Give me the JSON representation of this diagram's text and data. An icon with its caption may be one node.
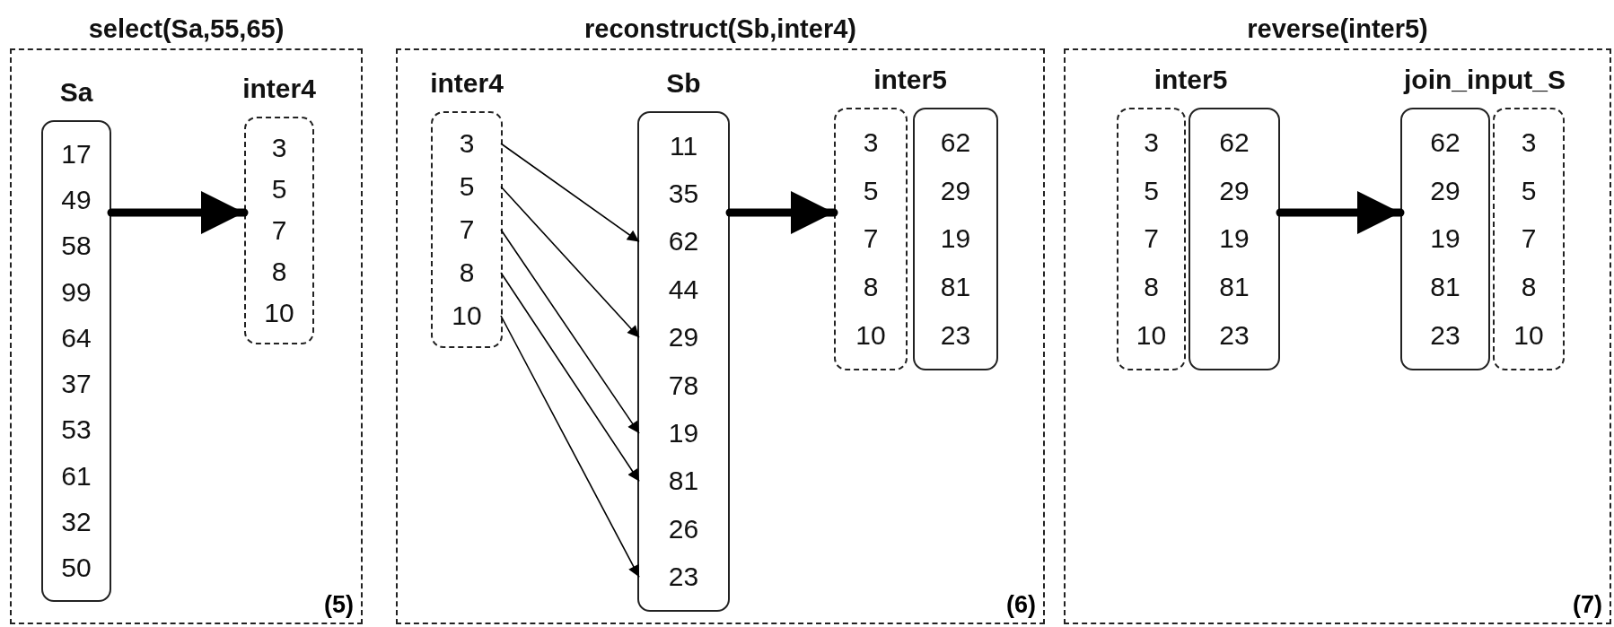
{
  "diagram": {
    "nodes": [
      {
        "text": [
          "select(Sa,55,65)",
          "(5)"
        ]
      },
      {
        "text": [
          "Sa"
        ],
        "in": 0
      },
      {
        "text": [
          "17"
        ],
        "in": 1
      },
      {
        "text": [
          "49"
        ],
        "in": 1
      },
      {
        "text": [
          "58"
        ],
        "in": 1
      },
      {
        "text": [
          "99"
        ],
        "in": 1
      },
      {
        "text": [
          "64"
        ],
        "in": 1
      },
      {
        "text": [
          "37"
        ],
        "in": 1
      },
      {
        "text": [
          "53"
        ],
        "in": 1
      },
      {
        "text": [
          "61"
        ],
        "in": 1
      },
      {
        "text": [
          "32"
        ],
        "in": 1
      },
      {
        "text": [
          "50"
        ],
        "in": 1
      },
      {
        "text": [
          "inter4"
        ],
        "in": 0
      },
      {
        "text": [
          "3"
        ],
        "in": 12
      },
      {
        "text": [
          "5"
        ],
        "in": 12
      },
      {
        "text": [
          "7"
        ],
        "in": 12
      },
      {
        "text": [
          "8"
        ],
        "in": 12
      },
      {
        "text": [
          "10"
        ],
        "in": 12
      },
      {
        "text": [
          "reconstruct(Sb,inter4)",
          "(6)"
        ]
      },
      {
        "text": [
          "inter4"
        ],
        "in": 18
      },
      {
        "text": [
          "3"
        ],
        "in": 19
      },
      {
        "text": [
          "5"
        ],
        "in": 19
      },
      {
        "text": [
          "7"
        ],
        "in": 19
      },
      {
        "text": [
          "8"
        ],
        "in": 19
      },
      {
        "text": [
          "10"
        ],
        "in": 19
      },
      {
        "text": [
          "Sb"
        ],
        "in": 18
      },
      {
        "text": [
          "11"
        ],
        "in": 25
      },
      {
        "text": [
          "35"
        ],
        "in": 25
      },
      {
        "text": [
          "62"
        ],
        "in": 25
      },
      {
        "text": [
          "44"
        ],
        "in": 25
      },
      {
        "text": [
          "29"
        ],
        "in": 25
      },
      {
        "text": [
          "78"
        ],
        "in": 25
      },
      {
        "text": [
          "19"
        ],
        "in": 25
      },
      {
        "text": [
          "81"
        ],
        "in": 25
      },
      {
        "text": [
          "26"
        ],
        "in": 25
      },
      {
        "text": [
          "23"
        ],
        "in": 25
      },
      {
        "text": [
          "inter5"
        ],
        "in": 18
      },
      {
        "text": [
          "3"
        ],
        "in": 36
      },
      {
        "text": [
          "5"
        ],
        "in": 36
      },
      {
        "text": [
          "7"
        ],
        "in": 36
      },
      {
        "text": [
          "8"
        ],
        "in": 36
      },
      {
        "text": [
          "10"
        ],
        "in": 36
      },
      {
        "text": [],
        "shape": "box",
        "in": 18
      },
      {
        "text": [
          "62"
        ],
        "in": 42
      },
      {
        "text": [
          "29"
        ],
        "in": 42
      },
      {
        "text": [
          "19"
        ],
        "in": 42
      },
      {
        "text": [
          "81"
        ],
        "in": 42
      },
      {
        "text": [
          "23"
        ],
        "in": 42
      },
      {
        "text": [
          "reverse(inter5)",
          "(7)"
        ]
      },
      {
        "text": [
          "inter5"
        ],
        "in": 48
      },
      {
        "text": [
          "3"
        ],
        "in": 49
      },
      {
        "text": [
          "5"
        ],
        "in": 49
      },
      {
        "text": [
          "7"
        ],
        "in": 49
      },
      {
        "text": [
          "8"
        ],
        "in": 49
      },
      {
        "text": [
          "10"
        ],
        "in": 49
      },
      {
        "text": [],
        "shape": "box",
        "in": 48
      },
      {
        "text": [
          "62"
        ],
        "in": 55
      },
      {
        "text": [
          "29"
        ],
        "in": 55
      },
      {
        "text": [
          "19"
        ],
        "in": 55
      },
      {
        "text": [
          "81"
        ],
        "in": 55
      },
      {
        "text": [
          "23"
        ],
        "in": 55
      },
      {
        "text": [
          "join_input_S"
        ],
        "in": 48
      },
      {
        "text": [
          "62"
        ],
        "in": 61
      },
      {
        "text": [
          "29"
        ],
        "in": 61
      },
      {
        "text": [
          "19"
        ],
        "in": 61
      },
      {
        "text": [
          "81"
        ],
        "in": 61
      },
      {
        "text": [
          "23"
        ],
        "in": 61
      },
      {
        "text": [],
        "shape": "box",
        "in": 48
      },
      {
        "text": [
          "3"
        ],
        "in": 67
      },
      {
        "text": [
          "5"
        ],
        "in": 67
      },
      {
        "text": [
          "7"
        ],
        "in": 67
      },
      {
        "text": [
          "8"
        ],
        "in": 67
      },
      {
        "text": [
          "10"
        ],
        "in": 67
      }
    ],
    "edges": [
      {
        "from": 1,
        "to": 12,
        "arrow": "to",
        "style": "thick"
      },
      {
        "from": 20,
        "to": 28,
        "arrow": "to"
      },
      {
        "from": 21,
        "to": 30,
        "arrow": "to"
      },
      {
        "from": 22,
        "to": 32,
        "arrow": "to"
      },
      {
        "from": 23,
        "to": 33,
        "arrow": "to"
      },
      {
        "from": 24,
        "to": 35,
        "arrow": "to"
      },
      {
        "from": 25,
        "to": 36,
        "arrow": "to",
        "style": "thick"
      },
      {
        "from": 55,
        "to": 61,
        "arrow": "to",
        "style": "thick"
      }
    ]
  }
}
